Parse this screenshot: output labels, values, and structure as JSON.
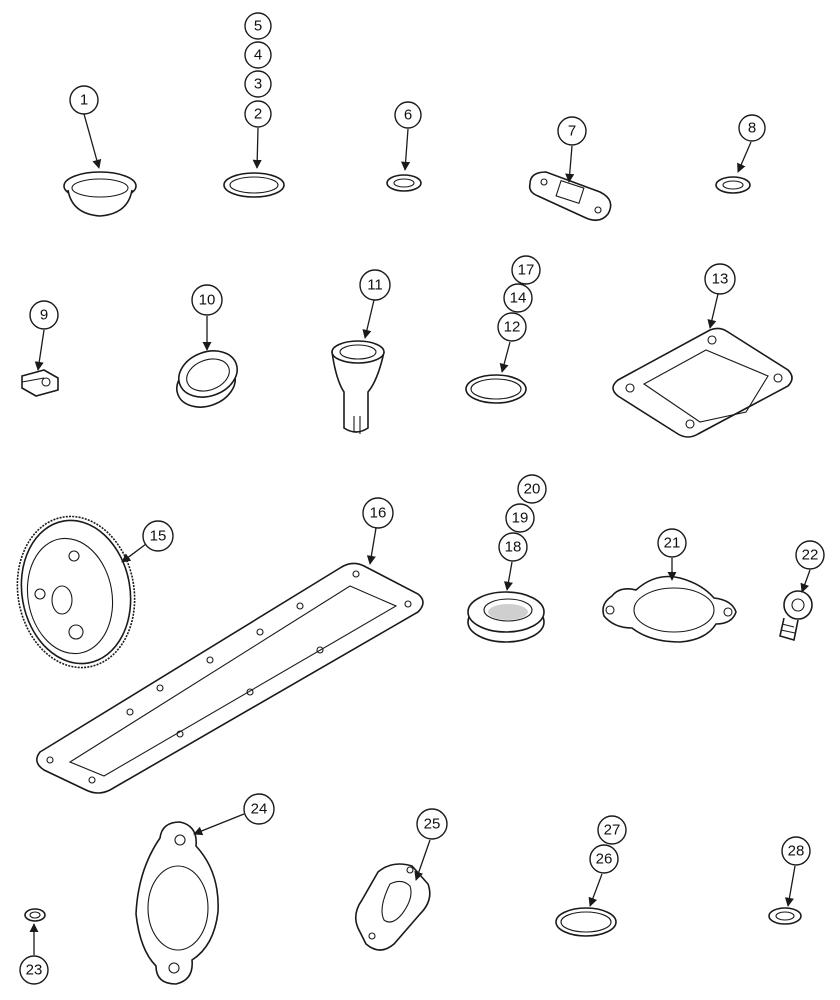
{
  "callouts": {
    "c1": "1",
    "c2": "2",
    "c3": "3",
    "c4": "4",
    "c5": "5",
    "c6": "6",
    "c7": "7",
    "c8": "8",
    "c9": "9",
    "c10": "10",
    "c11": "11",
    "c12": "12",
    "c13": "13",
    "c14": "14",
    "c15": "15",
    "c16": "16",
    "c17": "17",
    "c18": "18",
    "c19": "19",
    "c20": "20",
    "c21": "21",
    "c22": "22",
    "c23": "23",
    "c24": "24",
    "c25": "25",
    "c26": "26",
    "c27": "27",
    "c28": "28"
  },
  "colors": {
    "line": "#1a1a1a",
    "background": "#ffffff",
    "shade": "#cfcfcf"
  }
}
